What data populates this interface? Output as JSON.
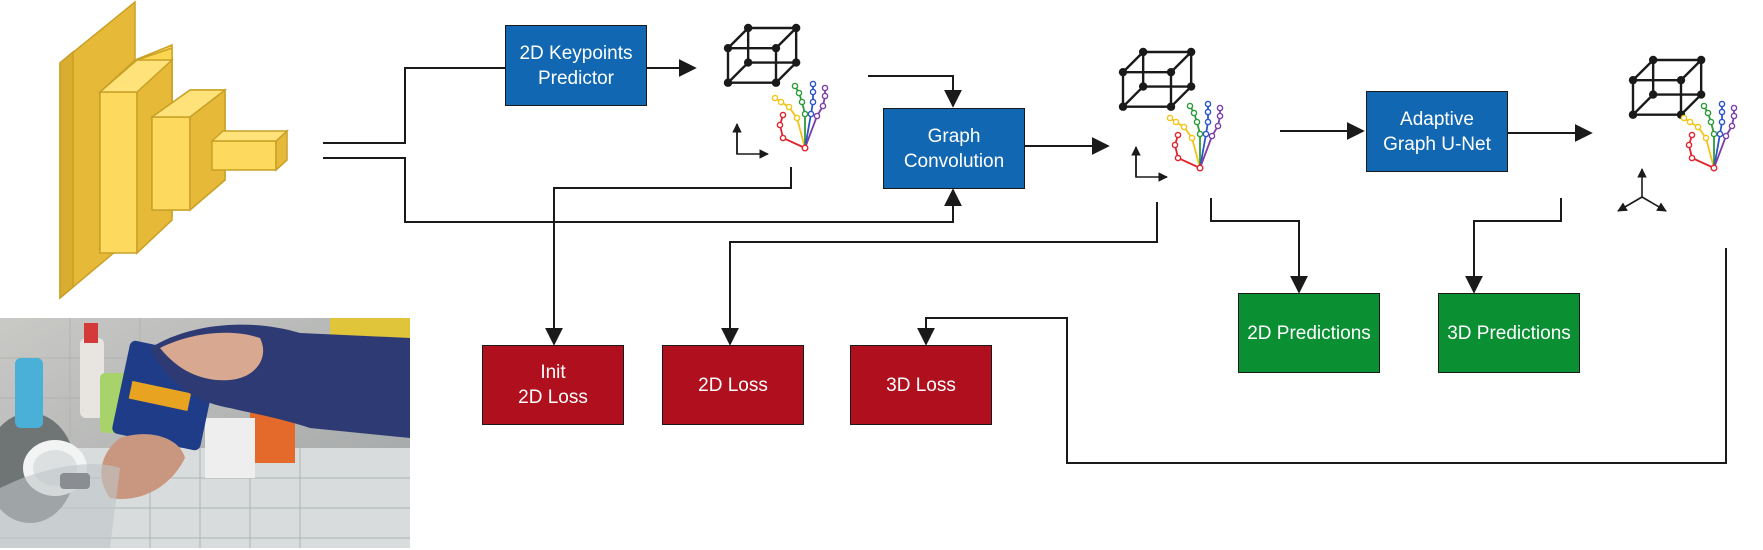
{
  "colors": {
    "blue": "#1167b1",
    "red": "#b0101e",
    "green": "#0a8f33",
    "encoder": "#fcd651",
    "encoder_side": "#e6b938",
    "line": "#1a1a1a",
    "finger_colors": [
      "#e3232c",
      "#f3c418",
      "#2f9a3a",
      "#2b55c8",
      "#7b3fa8"
    ]
  },
  "boxes": {
    "keypoints_predictor": "2D Keypoints\nPredictor",
    "graph_convolution": "Graph\nConvolution",
    "adaptive_unet": "Adaptive\nGraph U-Net",
    "init_loss": "Init\n2D Loss",
    "loss_2d": "2D Loss",
    "loss_3d": "3D Loss",
    "pred_2d": "2D Predictions",
    "pred_3d": "3D Predictions"
  },
  "icons": {
    "encoder": "cnn-encoder-icon",
    "object_graph": "cube-graph-icon",
    "hand_graph": "hand-skeleton-icon",
    "axes_2d": "axes-2d-icon",
    "axes_3d": "axes-3d-icon",
    "photo": "hand-object-photo"
  }
}
